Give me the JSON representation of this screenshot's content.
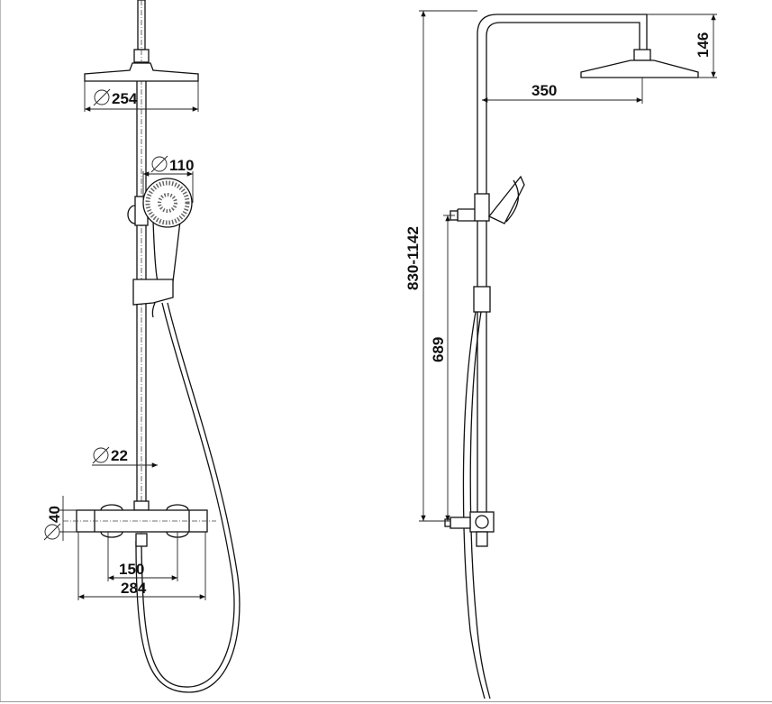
{
  "front_view": {
    "dims": {
      "overhead_diameter": "254",
      "hand_shower_diameter": "110",
      "rail_diameter": "22",
      "valve_diameter": "40",
      "inlet_centres": "150",
      "valve_length": "284"
    }
  },
  "side_view": {
    "dims": {
      "arm_drop": "146",
      "arm_projection": "350",
      "height_range": "830-1142",
      "rail_length": "689"
    }
  },
  "colors": {
    "line": "#111111",
    "background": "#ffffff"
  }
}
